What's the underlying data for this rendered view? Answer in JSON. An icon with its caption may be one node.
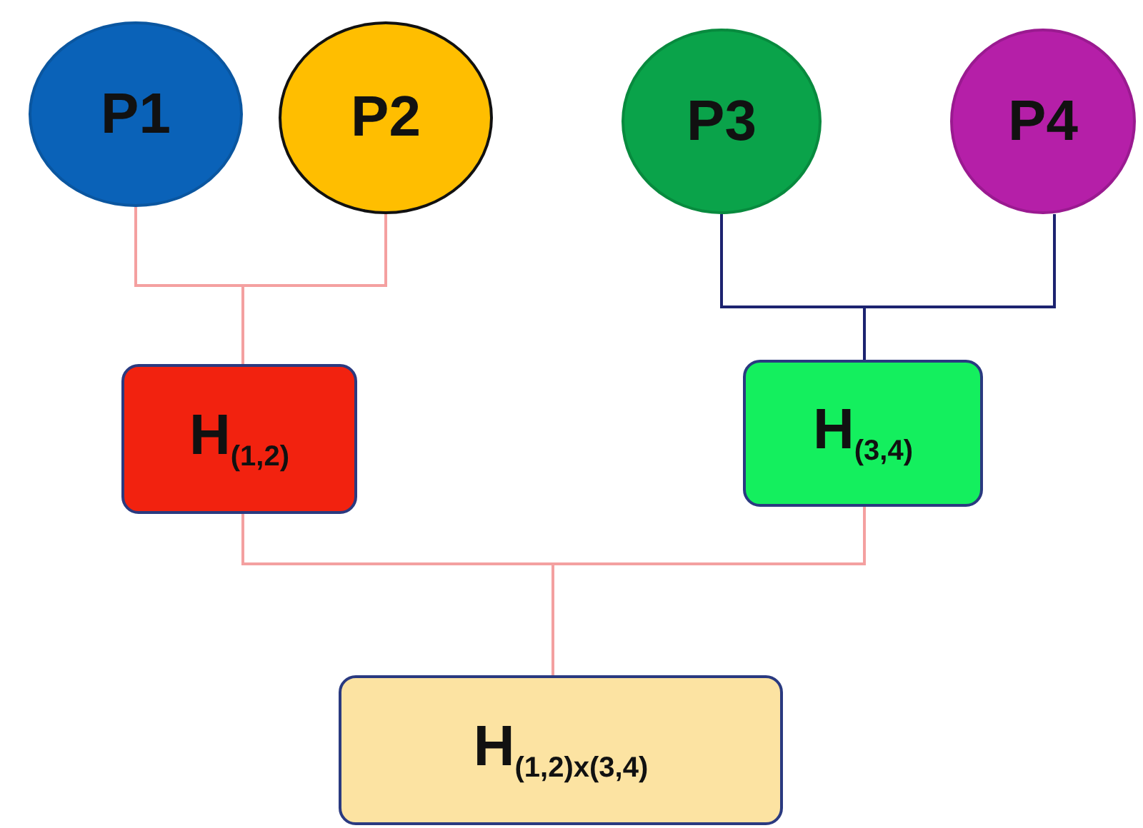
{
  "diagram": {
    "nodes": [
      {
        "text": [
          "P1"
        ]
      },
      {
        "text": [
          "P2"
        ]
      },
      {
        "text": [
          "P3"
        ]
      },
      {
        "text": [
          "P4"
        ]
      },
      {
        "text": [
          "H$_{(1,2)}$"
        ]
      },
      {
        "text": [
          "H$_{(3,4)}$"
        ]
      },
      {
        "text": [
          "H$_{(1,2)x(3,4)}$"
        ]
      }
    ],
    "edges": [
      {
        "from": 0,
        "to": 4,
        "arrow": "none"
      },
      {
        "from": 1,
        "to": 4,
        "arrow": "none"
      },
      {
        "from": 2,
        "to": 5,
        "arrow": "none",
        "color": "#1c2370"
      },
      {
        "from": 3,
        "to": 5,
        "arrow": "none",
        "color": "#1c2370"
      },
      {
        "from": 4,
        "to": 6,
        "arrow": "none"
      },
      {
        "from": 5,
        "to": 6,
        "arrow": "none"
      }
    ]
  }
}
